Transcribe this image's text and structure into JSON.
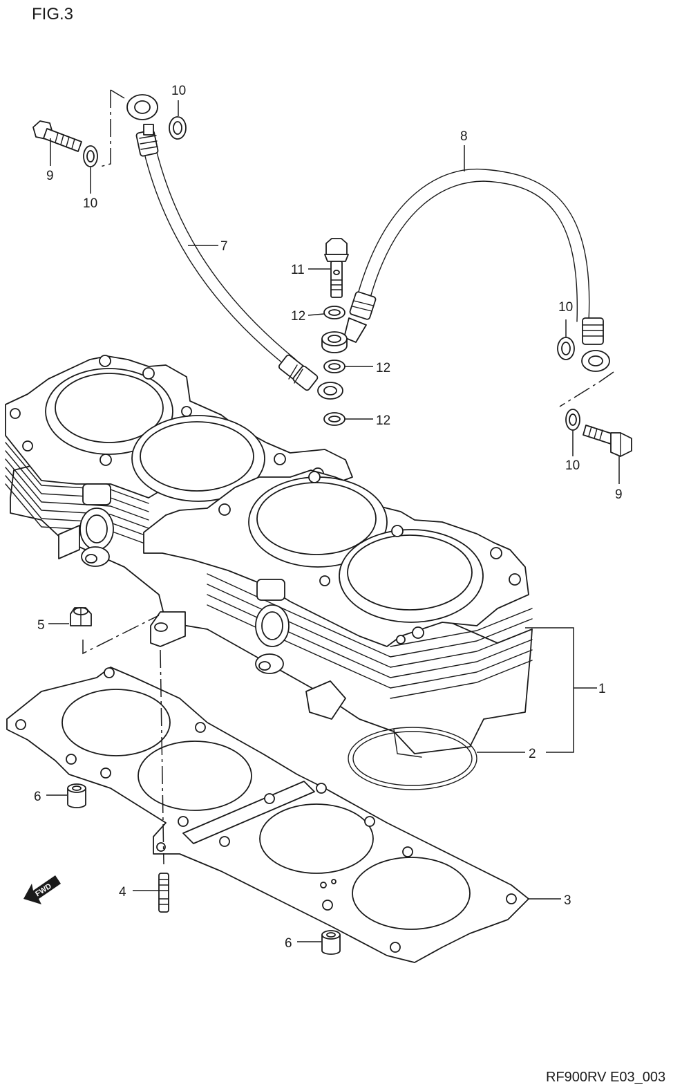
{
  "figure": {
    "title": "FIG.3",
    "code": "RF900RV E03_003"
  },
  "direction_badge": {
    "label": "FWD",
    "icon": "forward-arrow-icon"
  },
  "callouts": {
    "c1": "1",
    "c2": "2",
    "c3": "3",
    "c4": "4",
    "c5": "5",
    "c6a": "6",
    "c6b": "6",
    "c7": "7",
    "c8": "8",
    "c9a": "9",
    "c9b": "9",
    "c10a": "10",
    "c10b": "10",
    "c10c": "10",
    "c10d": "10",
    "c11": "11",
    "c12a": "12",
    "c12b": "12",
    "c12c": "12"
  },
  "colors": {
    "line": "#1a1a1a",
    "background": "#ffffff"
  }
}
